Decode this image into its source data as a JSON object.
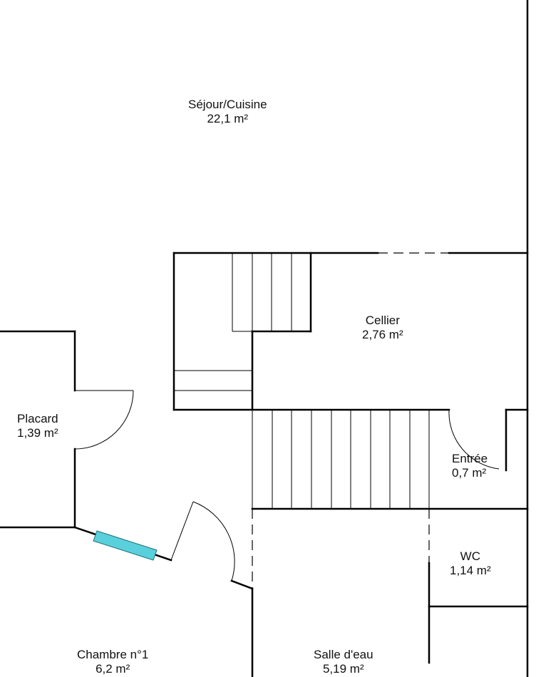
{
  "rooms": {
    "sejour": {
      "name": "Séjour/Cuisine",
      "area": "22,1  m²"
    },
    "cellier": {
      "name": "Cellier",
      "area": "2,76  m²"
    },
    "placard": {
      "name": "Placard",
      "area": "1,39  m²"
    },
    "entree": {
      "name": "Entrée",
      "area": "0,7  m²"
    },
    "wc": {
      "name": "WC",
      "area": "1,14  m²"
    },
    "chambre": {
      "name": "Chambre n°1",
      "area": "6,2  m²"
    },
    "salle_eau": {
      "name": "Salle d'eau",
      "area": "5,19  m²"
    }
  },
  "colors": {
    "wall": "#000000",
    "window": "#5ad0dc",
    "background": "#ffffff"
  }
}
